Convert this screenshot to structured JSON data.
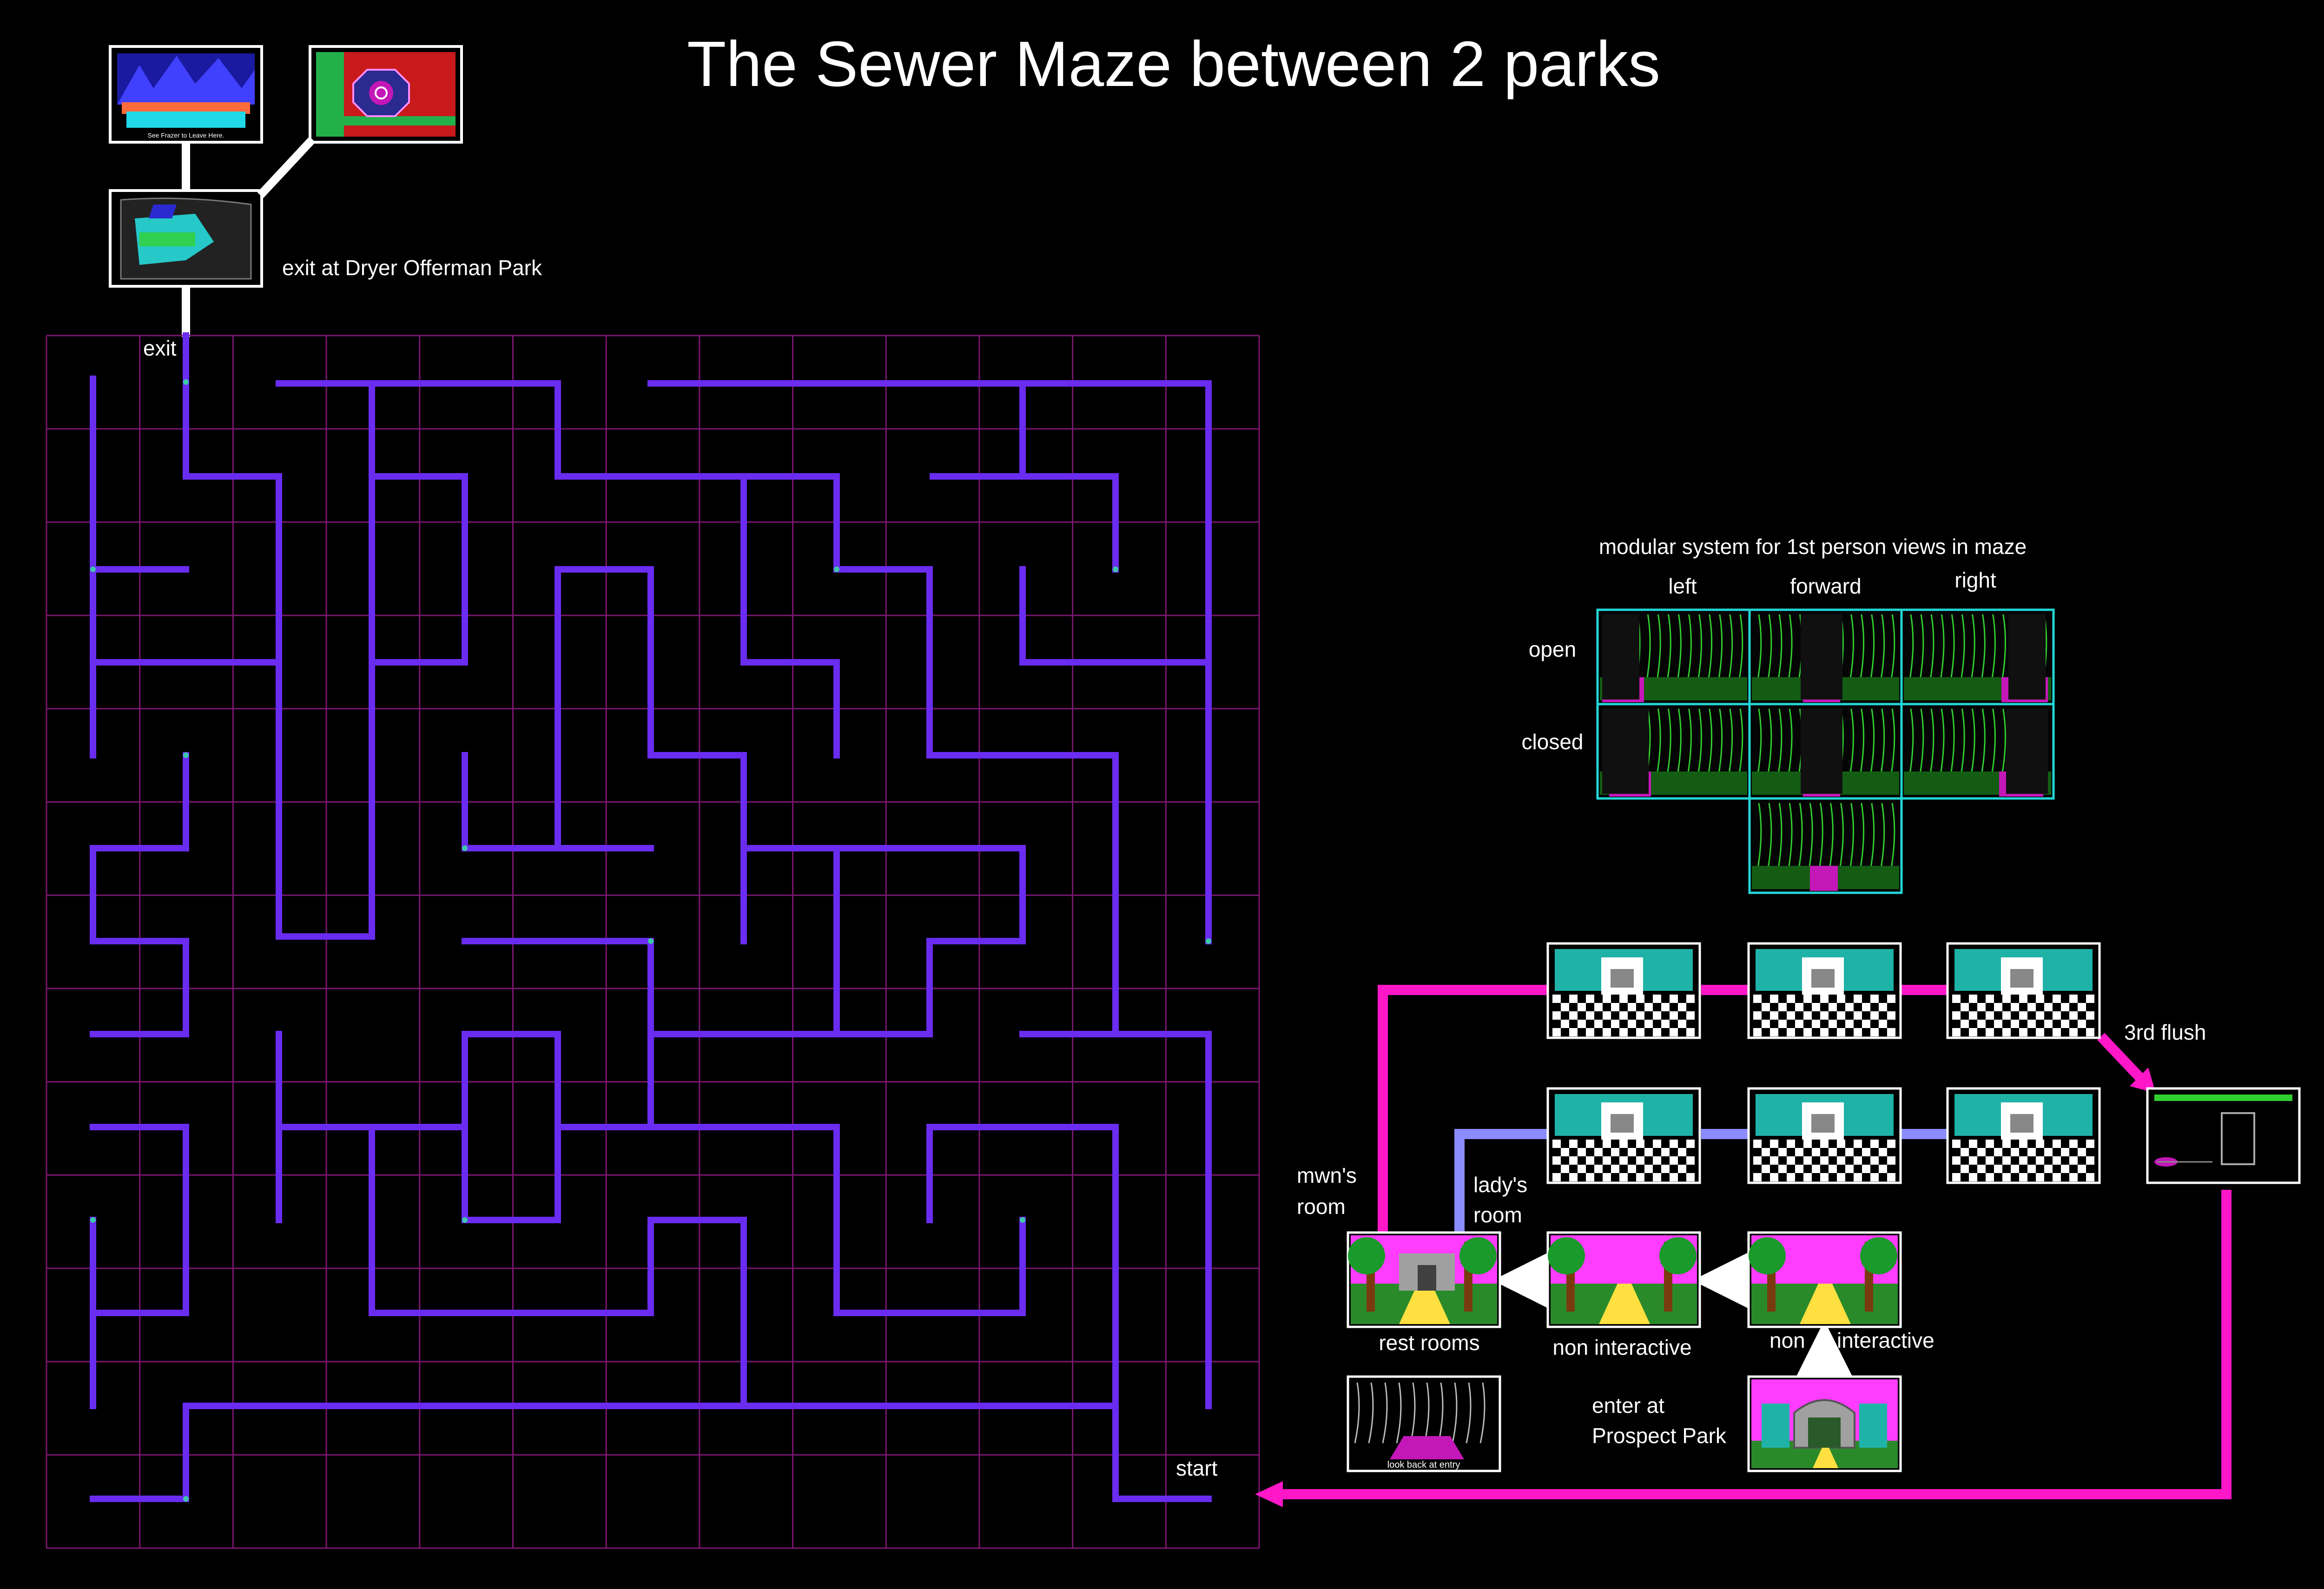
{
  "title": "The Sewer Maze between 2 parks",
  "colors": {
    "background": "#000000",
    "grid": "#7a1670",
    "maze_wall": "#6a2cf0",
    "connector_white": "#ffffff",
    "path_magenta": "#ff17c8",
    "path_lavender": "#8a8cff",
    "module_border": "#22d8d8",
    "cave_green": "#2fcf2f",
    "floor_magenta": "#c417b8"
  },
  "exit_area": {
    "label": "exit at Dryer Offerman Park",
    "thumbnail_caption": "See Frazer to Leave Here."
  },
  "maze": {
    "exit_label": "exit",
    "start_label": "start"
  },
  "modular_views": {
    "heading": "modular system for 1st person views in maze",
    "columns": [
      "left",
      "forward",
      "right"
    ],
    "rows": [
      "open",
      "closed"
    ]
  },
  "flow": {
    "third_flush": "3rd flush",
    "mens_room": "mwn's\nroom",
    "ladys_room": "lady's\nroom",
    "rest_rooms": "rest rooms",
    "non_interactive_1": "non interactive",
    "non_interactive_2a": "non",
    "non_interactive_2b": "interactive",
    "enter_label": "enter at\nProspect Park",
    "look_back_caption": "look back at entry"
  }
}
